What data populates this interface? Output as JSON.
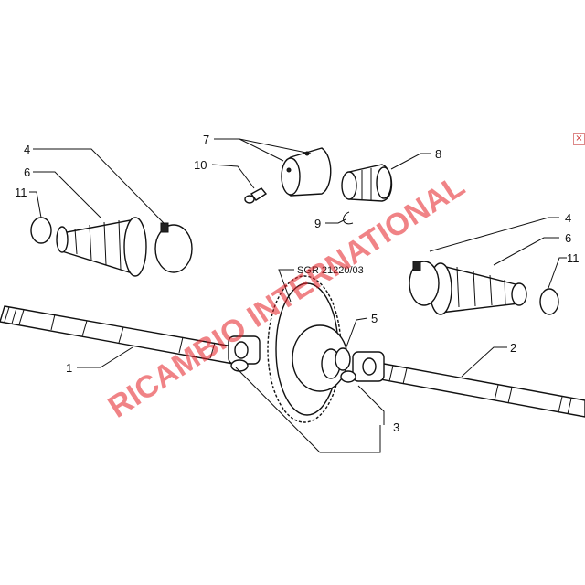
{
  "diagram": {
    "reference": "SGR 21220/03",
    "watermark": "RICAMBIO INTERNATIONAL",
    "close_icon": "×",
    "labels": {
      "l4a": "4",
      "l6a": "6",
      "l11a": "11",
      "l7": "7",
      "l10": "10",
      "l8": "8",
      "l9": "9",
      "l4b": "4",
      "l6b": "6",
      "l11b": "11",
      "l5": "5",
      "l1": "1",
      "l2": "2",
      "l3": "3"
    }
  }
}
